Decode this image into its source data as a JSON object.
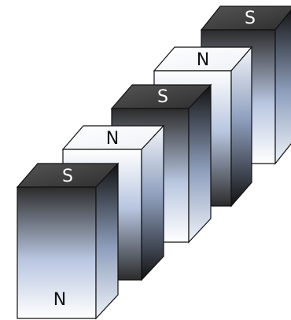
{
  "diagram": {
    "magnets": [
      {
        "id": "magnet-5",
        "top_pole": "S",
        "top_shade": "dark",
        "front_pole": ""
      },
      {
        "id": "magnet-4",
        "top_pole": "N",
        "top_shade": "light",
        "front_pole": ""
      },
      {
        "id": "magnet-3",
        "top_pole": "S",
        "top_shade": "dark",
        "front_pole": ""
      },
      {
        "id": "magnet-2",
        "top_pole": "N",
        "top_shade": "light",
        "front_pole": ""
      },
      {
        "id": "magnet-1",
        "top_pole": "S",
        "top_shade": "dark",
        "front_pole": "N"
      }
    ],
    "colors": {
      "outline": "#111111",
      "dark_top": "#3d3d3d",
      "light_top": "#fbfbfd",
      "blue_mid": "#b8c6e0",
      "dark_face": "#1a1a1a",
      "white_face": "#ffffff"
    }
  }
}
